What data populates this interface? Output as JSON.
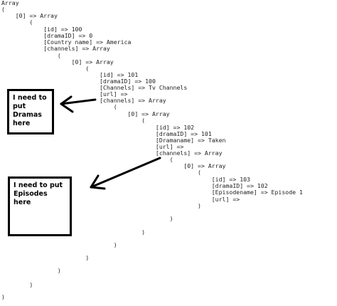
{
  "code": {
    "lines": [
      "Array",
      "(",
      "    [0] => Array",
      "        (",
      "            [id] => 100",
      "            [dramaID] => 0",
      "            [Country name] => America",
      "            [channels] => Array",
      "                (",
      "                    [0] => Array",
      "                        (",
      "                            [id] => 101",
      "                            [dramaID] => 100",
      "                            [Channels] => Tv Channels",
      "                            [url] =>",
      "                            [channels] => Array",
      "                                (",
      "                                    [0] => Array",
      "                                        (",
      "                                            [id] => 102",
      "                                            [dramaID] => 101",
      "                                            [Dramaname] => Taken",
      "                                            [url] =>",
      "                                            [channels] => Array",
      "                                                (",
      "                                                    [0] => Array",
      "                                                        (",
      "                                                            [id] => 103",
      "                                                            [dramaID] => 102",
      "                                                            [Episodename] => Episode 1",
      "                                                            [url] =>",
      "                                                        )",
      "                                                )",
      "                                        )",
      "                                )",
      "                        )",
      "                )",
      "        )",
      ")"
    ]
  },
  "annotations": {
    "dramas": "I need to\nput\nDramas\nhere",
    "episodes": "I need to put\nEpisodes here"
  },
  "colors": {
    "ink": "#000000",
    "text": "#222222",
    "background": "#ffffff"
  }
}
